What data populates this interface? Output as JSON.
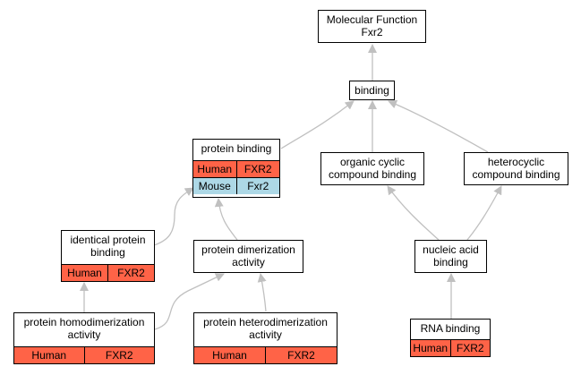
{
  "nodes": {
    "molecular_function": {
      "title_line1": "Molecular Function",
      "title_line2": "Fxr2"
    },
    "binding": {
      "title": "binding"
    },
    "protein_binding": {
      "title": "protein binding",
      "rows": [
        {
          "species": "Human",
          "gene": "FXR2",
          "color": "#ff6347"
        },
        {
          "species": "Mouse",
          "gene": "Fxr2",
          "color": "#add8e6"
        }
      ]
    },
    "organic_cyclic": {
      "title_line1": "organic cyclic",
      "title_line2": "compound binding"
    },
    "heterocyclic": {
      "title_line1": "heterocyclic",
      "title_line2": "compound binding"
    },
    "identical_protein": {
      "title_line1": "identical protein",
      "title_line2": "binding",
      "rows": [
        {
          "species": "Human",
          "gene": "FXR2",
          "color": "#ff6347"
        }
      ]
    },
    "protein_dimerization": {
      "title_line1": "protein dimerization",
      "title_line2": "activity"
    },
    "nucleic_acid": {
      "title_line1": "nucleic acid",
      "title_line2": "binding"
    },
    "protein_homodimerization": {
      "title_line1": "protein homodimerization",
      "title_line2": "activity",
      "rows": [
        {
          "species": "Human",
          "gene": "FXR2",
          "color": "#ff6347"
        }
      ]
    },
    "protein_heterodimerization": {
      "title_line1": "protein heterodimerization",
      "title_line2": "activity",
      "rows": [
        {
          "species": "Human",
          "gene": "FXR2",
          "color": "#ff6347"
        }
      ]
    },
    "rna_binding": {
      "title": "RNA binding",
      "rows": [
        {
          "species": "Human",
          "gene": "FXR2",
          "color": "#ff6347"
        }
      ]
    }
  },
  "edge_color": "#c0c0c0"
}
